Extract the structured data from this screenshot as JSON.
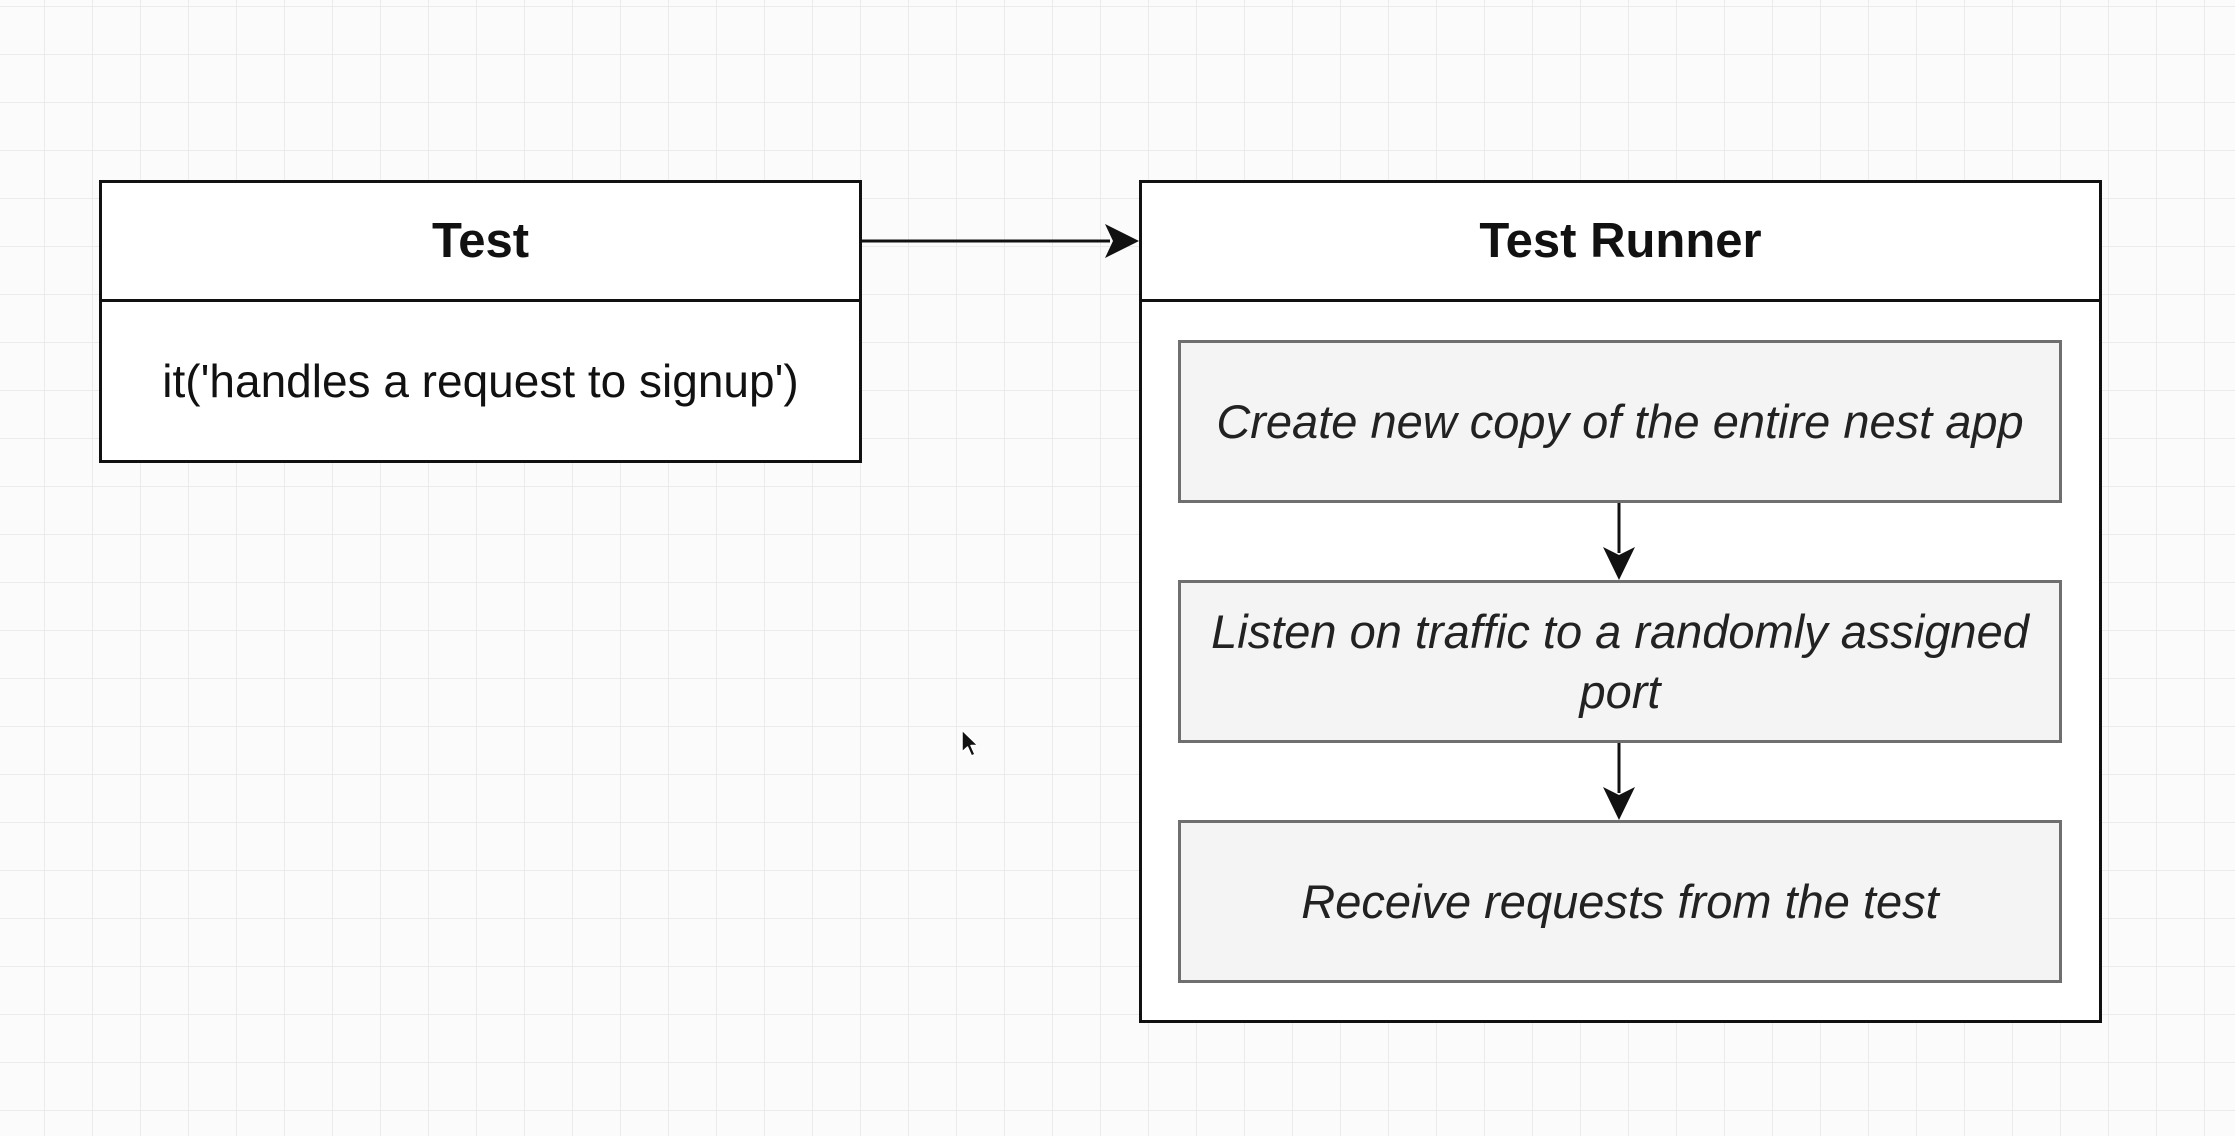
{
  "test": {
    "title": "Test",
    "body": "it('handles a request to signup')"
  },
  "runner": {
    "title": "Test Runner",
    "steps": [
      "Create new copy of the entire nest app",
      "Listen on traffic to a randomly assigned port",
      "Receive requests from the test"
    ]
  },
  "colors": {
    "stroke": "#111111",
    "step_fill": "#f4f4f4",
    "step_border": "#6f6f6f",
    "grid": "#ebebeb"
  },
  "icons": [
    "arrow-right-icon",
    "arrow-down-icon",
    "cursor-icon"
  ]
}
